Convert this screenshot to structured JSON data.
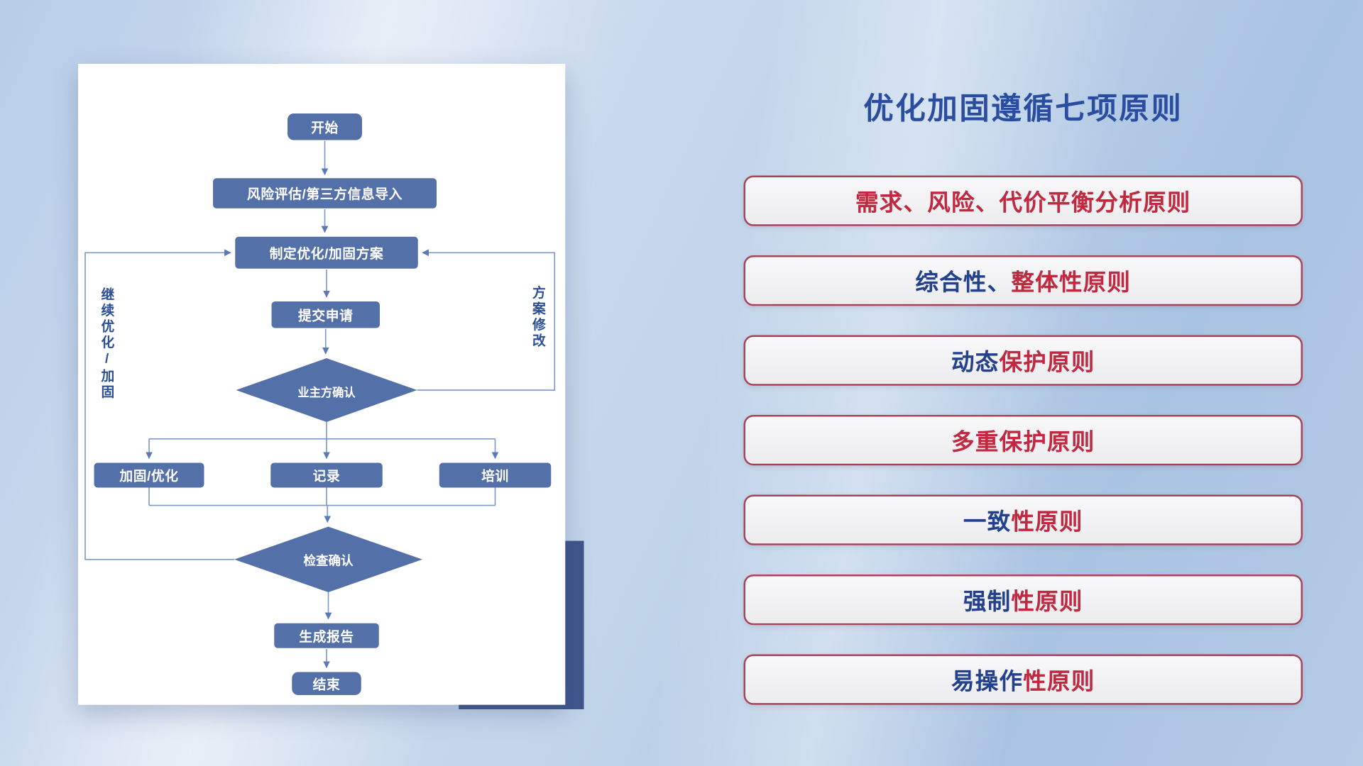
{
  "flowchart": {
    "nodes": {
      "start": "开始",
      "risk": "风险评估/第三方信息导入",
      "plan": "制定优化/加固方案",
      "submit": "提交申请",
      "confirm": "业主方确认",
      "harden": "加固/优化",
      "record": "记录",
      "train": "培训",
      "check": "检查确认",
      "report": "生成报告",
      "end": "结束"
    },
    "loop_labels": {
      "left": "继续优化/加固",
      "right": "方案修改"
    }
  },
  "principles": {
    "title": "优化加固遵循七项原则",
    "items": [
      {
        "segments": [
          {
            "text": "需求、风险、代价平衡分析原则",
            "color": "red"
          }
        ]
      },
      {
        "segments": [
          {
            "text": "综合性、",
            "color": "navy"
          },
          {
            "text": "整体性原则",
            "color": "red"
          }
        ]
      },
      {
        "segments": [
          {
            "text": "动态",
            "color": "navy"
          },
          {
            "text": "保护原则",
            "color": "red"
          }
        ]
      },
      {
        "segments": [
          {
            "text": "多重保护原则",
            "color": "red"
          }
        ]
      },
      {
        "segments": [
          {
            "text": "一致",
            "color": "navy"
          },
          {
            "text": "性原则",
            "color": "red"
          }
        ]
      },
      {
        "segments": [
          {
            "text": "强制",
            "color": "navy"
          },
          {
            "text": "性原则",
            "color": "red"
          }
        ]
      },
      {
        "segments": [
          {
            "text": "易操作",
            "color": "navy"
          },
          {
            "text": "性原则",
            "color": "red"
          }
        ]
      }
    ]
  },
  "colors": {
    "navy": "#24418c",
    "red": "#c0293f",
    "node_fill": "#5470a8",
    "line": "#7c98cb",
    "title": "#2b4da0"
  }
}
